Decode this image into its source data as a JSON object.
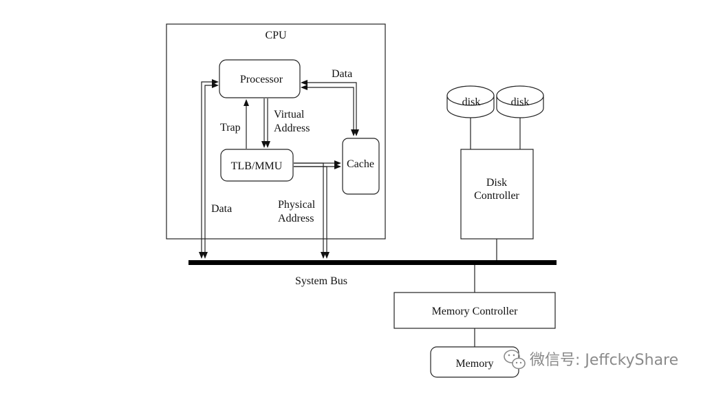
{
  "cpu": {
    "title": "CPU"
  },
  "processor": {
    "label": "Processor"
  },
  "tlb": {
    "label": "TLB/MMU"
  },
  "cache": {
    "label": "Cache"
  },
  "labels": {
    "data_top": "Data",
    "data_left": "Data",
    "trap": "Trap",
    "virtual_1": "Virtual",
    "virtual_2": "Address",
    "physical_1": "Physical",
    "physical_2": "Address"
  },
  "bus": {
    "label": "System Bus"
  },
  "disks": [
    {
      "label": "disk"
    },
    {
      "label": "disk"
    }
  ],
  "disk_controller": {
    "line1": "Disk",
    "line2": "Controller"
  },
  "memory_controller": {
    "label": "Memory Controller"
  },
  "memory": {
    "label": "Memory"
  },
  "watermark": {
    "text": "微信号: JeffckyShare"
  }
}
